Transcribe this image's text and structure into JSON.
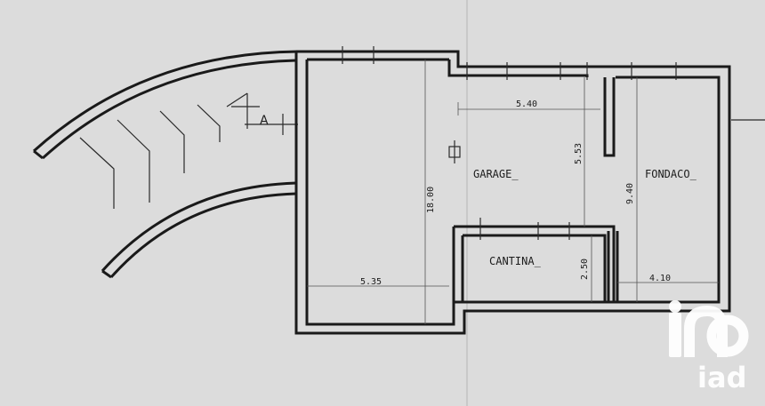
{
  "rooms": {
    "garage": "GARAGE_",
    "fondaco": "FONDACO_",
    "cantina": "CANTINA_"
  },
  "dimensions": {
    "garage_width": "5.40",
    "garage_height": "5.53",
    "length": "18.00",
    "bottom_width": "5.35",
    "fondaco_height": "9.40",
    "fondaco_width": "4.10",
    "cantina_height": "2.50"
  },
  "section_marker": "A",
  "watermark": {
    "text": "iad"
  },
  "colors": {
    "paper": "#dcdcdc",
    "ink": "#1a1a1a",
    "watermark": "#ffffff"
  }
}
